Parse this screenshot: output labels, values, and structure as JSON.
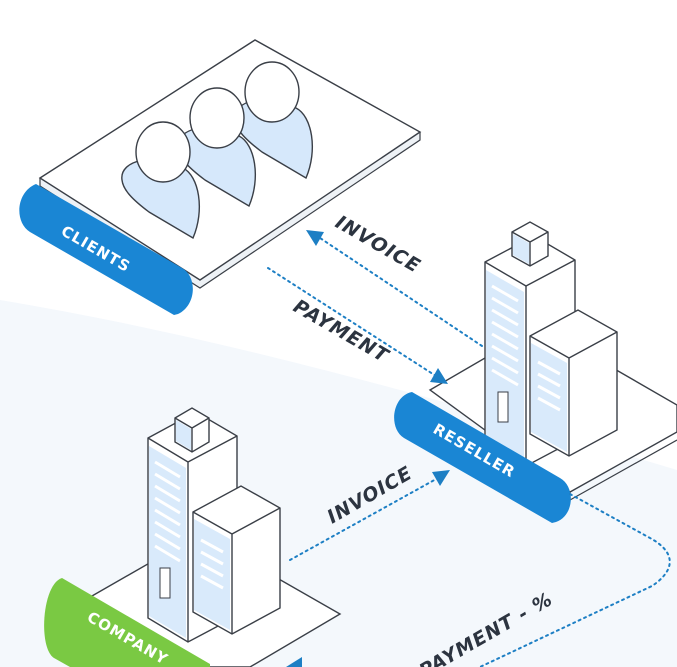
{
  "nodes": {
    "clients": "CLIENTS",
    "reseller": "RESELLER",
    "company": "COMPANY"
  },
  "flows": {
    "invoice_top": "INVOICE",
    "payment_top": "PAYMENT",
    "invoice_bottom": "INVOICE",
    "payment_bottom": "PAYMENT - %"
  },
  "colors": {
    "blue": "#1a86d4",
    "green": "#7ac943",
    "light_fill": "#d9eafb",
    "background_swoosh": "#f4f8fc"
  }
}
